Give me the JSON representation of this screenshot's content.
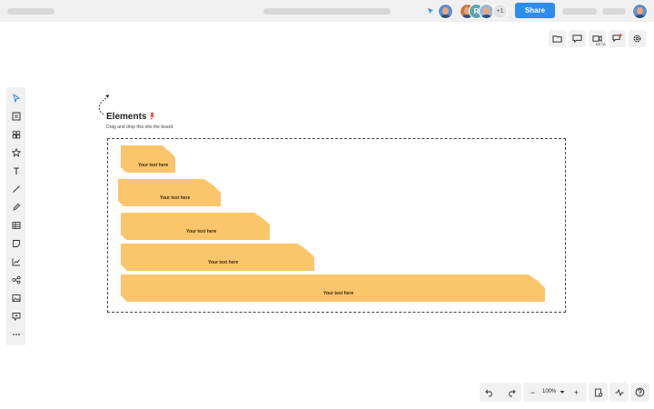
{
  "topbar": {
    "share_label": "Share",
    "collaborator_letter": "R",
    "extra_collaborators": "+1"
  },
  "right_tools": {
    "items": [
      {
        "icon": "folder-icon"
      },
      {
        "icon": "comment-icon"
      },
      {
        "icon": "video-icon",
        "badge": "BETA"
      },
      {
        "icon": "chat-notification-icon"
      },
      {
        "icon": "settings-icon"
      }
    ]
  },
  "left_toolbar": {
    "items": [
      "select-icon",
      "templates-icon",
      "shapes-icon",
      "star-icon",
      "text-icon",
      "line-icon",
      "pen-icon",
      "table-icon",
      "sticky-note-icon",
      "chart-icon",
      "mindmap-icon",
      "image-icon",
      "embed-icon",
      "more-icon"
    ]
  },
  "canvas": {
    "title": "Elements",
    "subtitle": "Drag and drop this into the board.",
    "shapes": [
      {
        "label": "Your text here"
      },
      {
        "label": "Your text here"
      },
      {
        "label": "Your text here"
      },
      {
        "label": "Your text here"
      },
      {
        "label": "Your text here"
      }
    ],
    "shape_color": "#fbc56b"
  },
  "bottom_bar": {
    "zoom": "100%",
    "zoom_out_label": "−",
    "zoom_in_label": "+"
  },
  "colors": {
    "accent": "#2d8cf0",
    "toolbar_bg": "#f1f1f1"
  }
}
